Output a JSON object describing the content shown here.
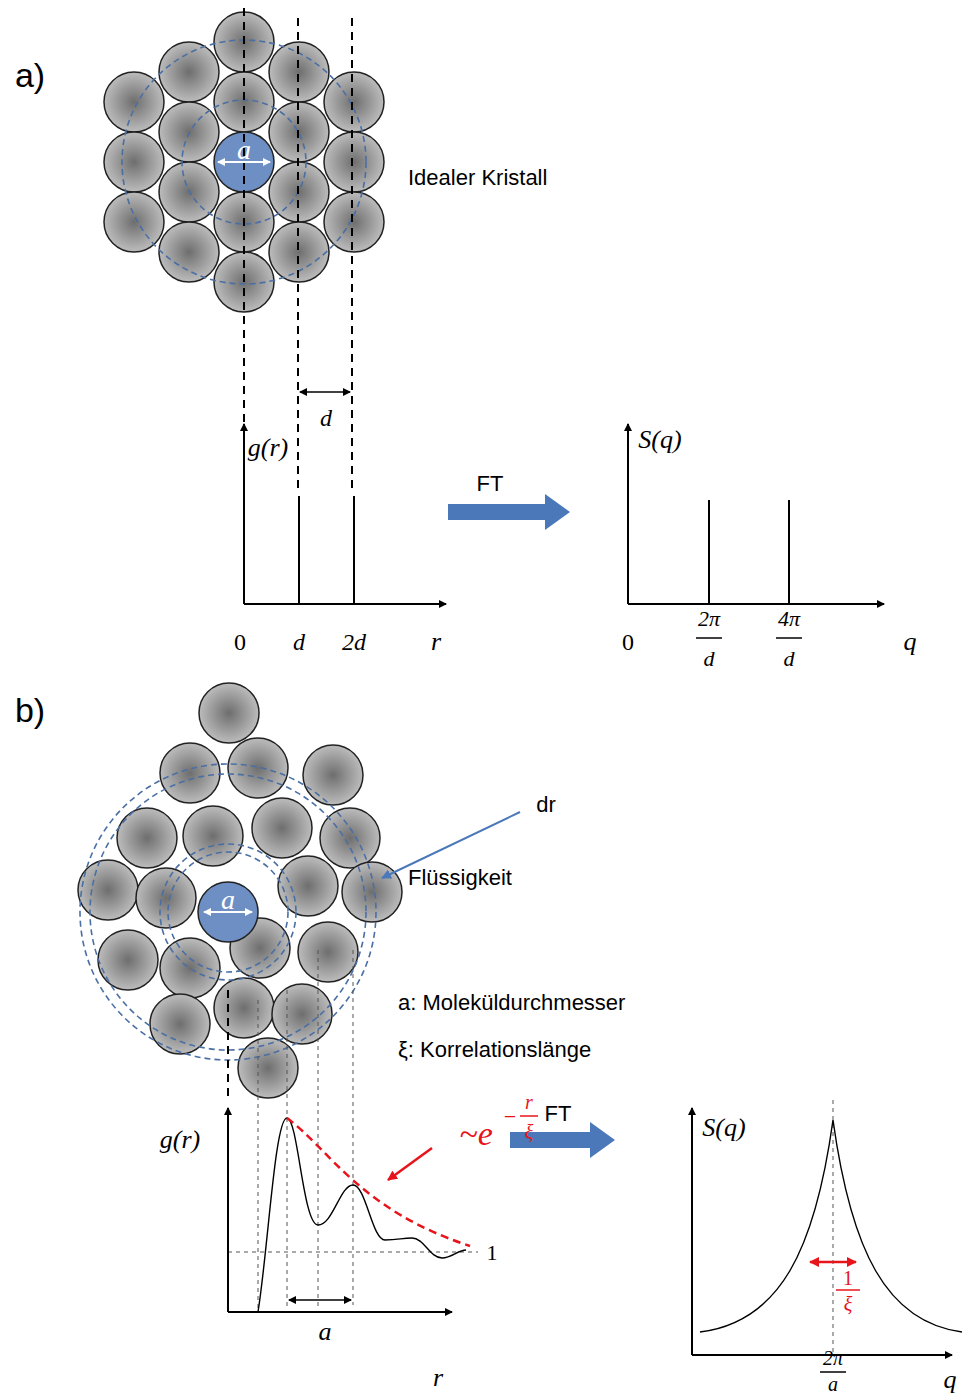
{
  "diagram": {
    "labels": [
      "a)",
      "a",
      "Idealer Kristall",
      "d",
      "g(r)",
      "0",
      "d",
      "2d",
      "r",
      "FT",
      "S(q)",
      "0",
      "2π",
      "d",
      "4π",
      "d",
      "q",
      "b)",
      "dr",
      "Flüssigkeit",
      "a: Moleküldurchmesser",
      "ξ: Korrelationslänge",
      "a",
      "g(r)",
      "~e",
      "r",
      "ξ",
      "1",
      "a",
      "r",
      "FT",
      "S(q)",
      "1",
      "ξ",
      "2π",
      "a",
      "q",
      "−"
    ]
  }
}
